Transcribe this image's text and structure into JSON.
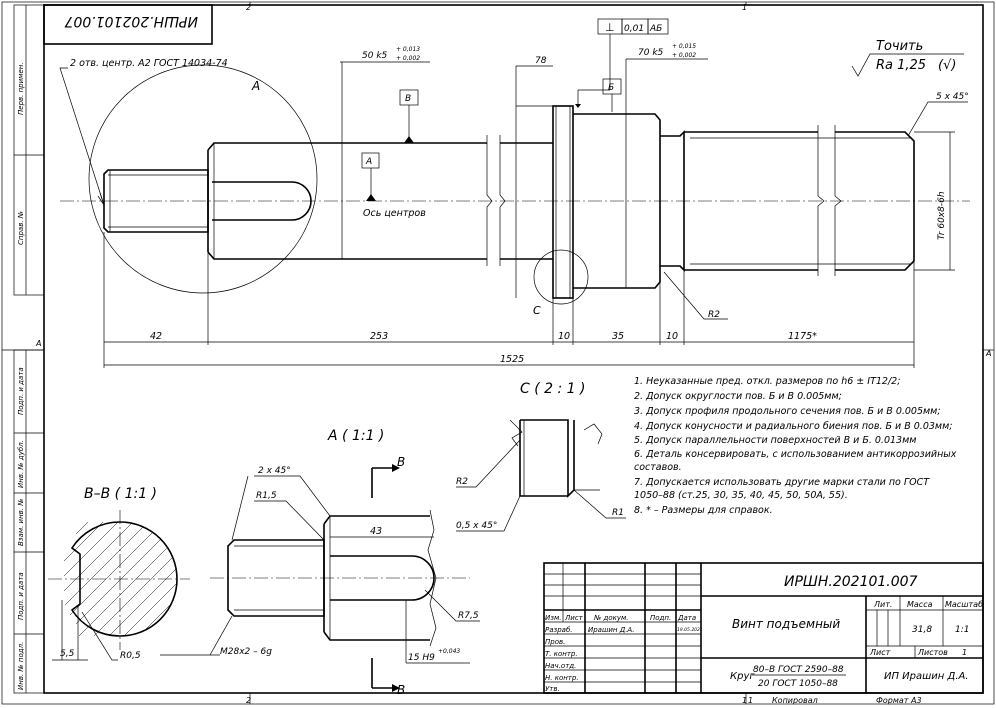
{
  "stamp_rotated": "ИРШН.202101.007",
  "zone_numbers": {
    "top_left": "2",
    "top_right": "1",
    "bottom_left": "2",
    "bottom_right": "1",
    "left_letter": "A",
    "right_letter": "A"
  },
  "side_labels": [
    "Перв. примен.",
    "Справ. №",
    "Подп. и дата",
    "Инв. № дубл.",
    "Взам. инв. №",
    "Подп. и дата",
    "Инв. № подл."
  ],
  "main_view": {
    "center_holes_note": "2 отв. центр. А2 ГОСТ 14034-74",
    "view_A_marker": "А",
    "fit_50": "50 k5",
    "fit_50_upper": "+ 0,013",
    "fit_50_lower": "+ 0,002",
    "datum_B": "В",
    "datum_A": "А",
    "axis_label": "Ось центров",
    "tolerance_symbol": "⊥",
    "tolerance_value": "0,01",
    "tolerance_ref": "АБ",
    "dim_78": "78",
    "datum_Б": "Б",
    "fit_70": "70 k5",
    "fit_70_upper": "+ 0,015",
    "fit_70_lower": "+ 0,002",
    "surface_note": "Точить",
    "roughness": "Ra 1,25",
    "roughness_suffix": "(√)",
    "chamfer": "5 x 45°",
    "thread": "Tr 60x8-6h",
    "detail_C": "С",
    "radius_R2": "R2",
    "dims": [
      "42",
      "253",
      "10",
      "35",
      "10",
      "1175*"
    ],
    "total": "1525"
  },
  "section_BB": {
    "title": "В–В ( 1:1 )",
    "dim_5_5": "5,5",
    "radius": "R0,5"
  },
  "view_A": {
    "title": "А ( 1:1 )",
    "cut_letter": "В",
    "chamfer": "2 x 45°",
    "radius_r15": "R1,5",
    "dim_43": "43",
    "radius_r75": "R7,5",
    "thread": "M28x2 – 6g",
    "fit_15": "15 H9",
    "fit_15_tol": "+0,043"
  },
  "detail_C_view": {
    "title": "С ( 2 : 1 )",
    "r2": "R2",
    "r1": "R1",
    "chamfer": "0,5 x 45°"
  },
  "notes": [
    "1. Неуказанные пред. откл. размеров по h6 ± IT12/2;",
    "2. Допуск округлости  пов. Б и В 0.005мм;",
    "3. Допуск профиля продольного сечения пов. Б и В 0.005мм;",
    "4. Допуск конусности и радиального биения пов. Б и В 0.03мм;",
    "5. Допуск параллельности поверхностей В и Б. 0.013мм",
    "6. Деталь консервировать, с использованием антикоррозийных",
    "составов.",
    "7. Допускается использовать другие марки стали по ГОСТ",
    "1050–88 (ст.25, 30, 35, 40, 45, 50, 50А, 55).",
    "8. * – Размеры для справок."
  ],
  "title_block": {
    "designation": "ИРШН.202101.007",
    "name": "Винт подъемный",
    "material_prefix": "Круг",
    "material_top": "80–В ГОСТ 2590–88",
    "material_bottom": "20 ГОСТ 1050–88",
    "org": "ИП Ирашин Д.А.",
    "header_lit": "Лит.",
    "header_mass": "Масса",
    "header_scale": "Масштаб",
    "mass": "31,8",
    "scale": "1:1",
    "sheet_label": "Лист",
    "sheets_label": "Листов",
    "sheets_count": "1",
    "col_izm": "Изм.",
    "col_list": "Лист",
    "col_doc": "№ докум.",
    "col_sign": "Подп.",
    "col_date": "Дата",
    "row_razrab": "Разраб.",
    "razrab_name": "Ирашин Д.А.",
    "razrab_date": "19.05.2021",
    "row_prov": "Пров.",
    "row_tkontr": "Т. контр.",
    "row_nachotd": "Нач.отд.",
    "row_nkontr": "Н. контр.",
    "row_utv": "Утв.",
    "copied": "Копировал",
    "format": "Формат А3",
    "bottom_1": "1"
  }
}
